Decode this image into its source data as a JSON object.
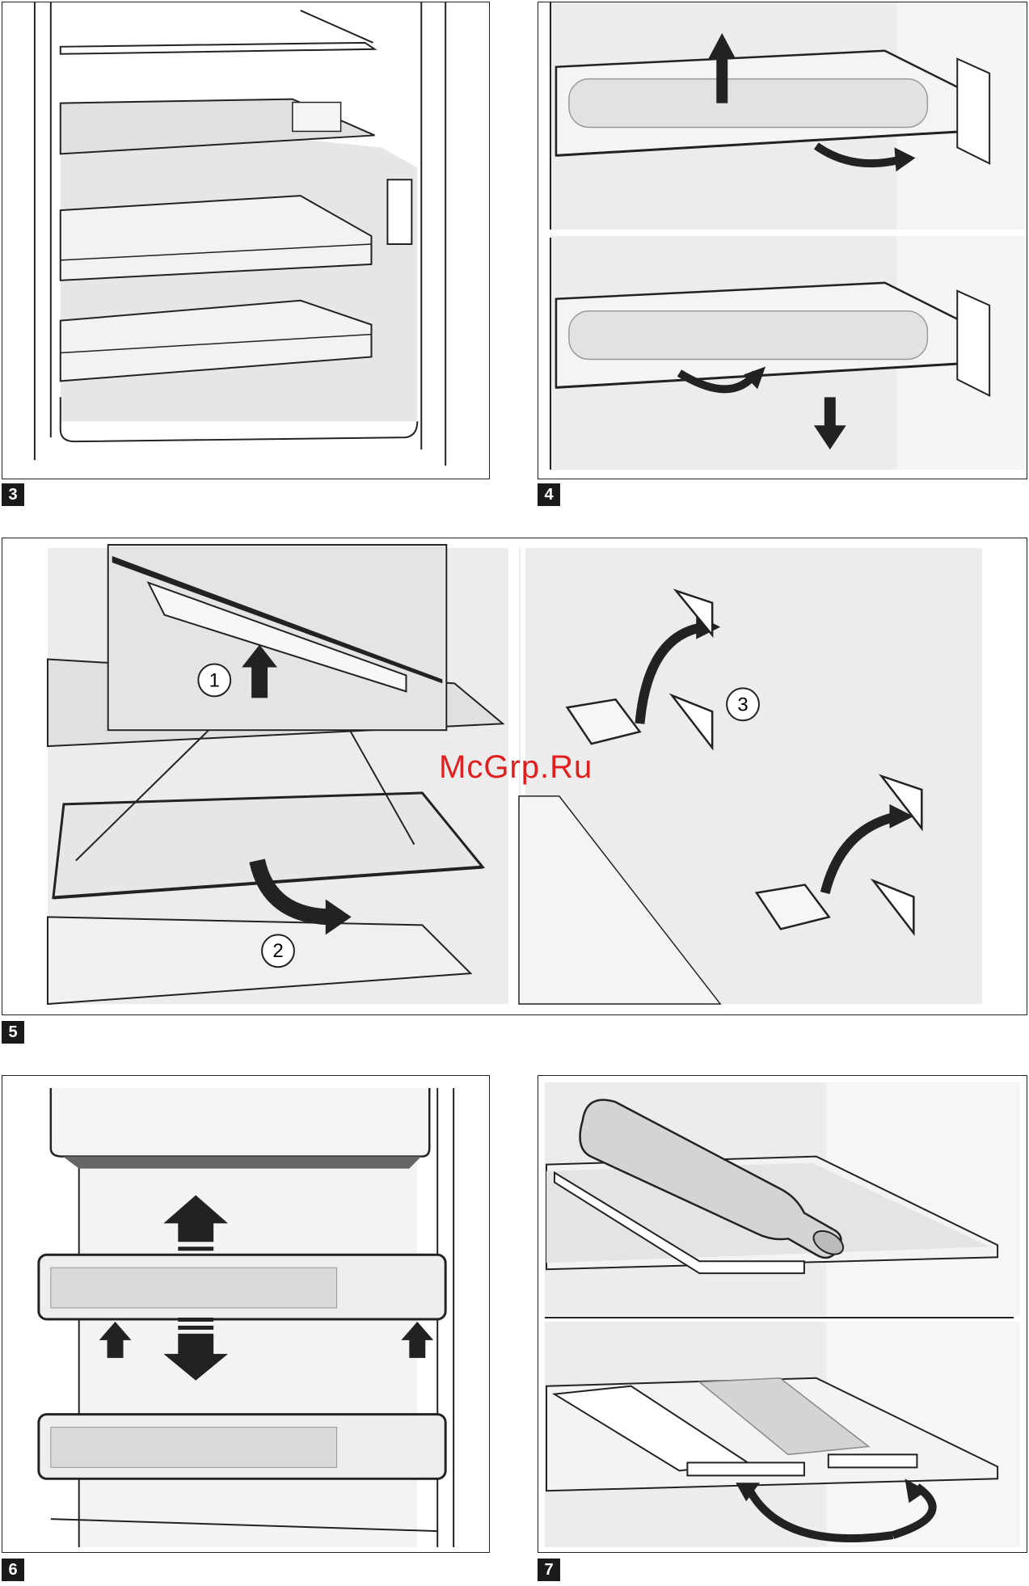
{
  "figures": [
    {
      "id": "3",
      "label": "3"
    },
    {
      "id": "4",
      "label": "4"
    },
    {
      "id": "5",
      "label": "5",
      "steps": [
        "1",
        "2",
        "3"
      ]
    },
    {
      "id": "6",
      "label": "6"
    },
    {
      "id": "7",
      "label": "7"
    }
  ],
  "watermark": "McGrp.Ru",
  "colors": {
    "line": "#1a1a1a",
    "fill_light": "#e9e9e9",
    "fill_mid": "#d4d4d4",
    "arrow": "#1a1a1a",
    "watermark": "#e02020"
  }
}
